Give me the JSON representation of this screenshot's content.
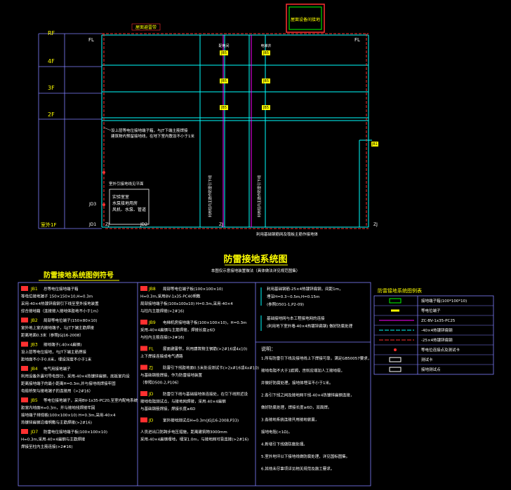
{
  "title": "防雷接地系统图",
  "subtitle": "本图仅示意接地装置做法（具体做法详见规范图集）",
  "floors": [
    "RF",
    "4F",
    "3F",
    "2F",
    "室外1F"
  ],
  "top_box_label": "屋面设备间接地",
  "roof_label": "屋面避雷带",
  "fl_left": "FL",
  "fl_right": "FL",
  "jb_tags": [
    "JB5",
    "JB5",
    "JB5",
    "JB5",
    "JB5",
    "JB5"
  ],
  "riser_labels": [
    "利用柱内主筋作防雷引下线",
    "利用柱内主筋作防雷引下线"
  ],
  "riser_top_labels": [
    "配电间",
    "电梯井"
  ],
  "note_2f": "设上层等电位接地端子箱，与JT下端主筋焊接",
  "note_2f_b": "建筑物内预留接地线，在地下室内敷设不小于1米",
  "note_mid": "室外引接地线见平面",
  "room_box": [
    "实验室室",
    "水泵接地用房",
    "风机、水泵、管道"
  ],
  "jb_right": "JB1",
  "ground_note": "利用基础钢筋网及筏板主筋作接地体",
  "tag_jd3": "JD3",
  "tag_jd1": "JD1",
  "tag_zj_left": "ZJ",
  "tag_zj_mid": "ZJ",
  "tag_zj_right": "ZJ",
  "tag_jd2": "JD2",
  "legend_title": "防雷接地系统图例符号",
  "legend_left": [
    {
      "code": "JB1",
      "lines": [
        "总等电位接地端子箱",
        "等电位接地端子 150×150×10,H=0.3m",
        "采用-40×4热镀锌扁钢引下线至室外接地装置",
        "综合接地箱（连接接入接地体距地不小于1m）"
      ]
    },
    {
      "code": "JB2",
      "lines": [
        "局部等电位端子(150×80×10)",
        "室外地上室内接地端子，与JT下端主筋焊接",
        "距离地面0.3米（参照JGJ16-2008）"
      ]
    },
    {
      "code": "JB3",
      "lines": [
        "接地端子(-40×4扁钢)",
        "设上层等电位接地，与JT下端主筋焊接",
        "距地面不小于0.8米，埋设深度不小于1米"
      ]
    },
    {
      "code": "JB4",
      "lines": [
        "电气用接地端子",
        "利用设备外露可导电部分，采用-40×4热镀锌扁钢，底板室内设",
        "距离接地端子的最小距离H=0.3m,并与接地线焊接牢固",
        "电缆桥架与接地端子的连接用（>2#16）"
      ]
    },
    {
      "code": "JB5",
      "lines": [
        "等电位接地端子，采用BV-1x35-PC20,至室内配电系统",
        "距室内地面H=0.3m，并与接地线焊接牢固",
        "接地端子排规格(100×100×10) H=0.3m,采用-40×4",
        "热镀锌扁钢沿墙明敷与主筋焊接(>2#16)"
      ]
    },
    {
      "code": "JD7",
      "lines": [
        "防雷电位接地端子板(100×100×10)",
        "H=0.3m,采用-40×4扁钢与主筋焊接",
        "焊接至柱内主筋连接(>2#16)"
      ]
    }
  ],
  "legend_mid": [
    {
      "code": "JB8",
      "lines": [
        "局部等电位端子板(100×100×10)",
        "H=0.3m,采用BV-1x35-PC40明敷",
        "局部接地端子板(100x100x10) H=0.3m,采用-40×4",
        "与柱内主筋焊接(>2#16)"
      ]
    },
    {
      "code": "JB9",
      "lines": [
        "电梯机房接地端子板(100×100×10)，H=0.3m",
        "采用-40×4扁钢与主筋焊接，焊接长度≥6D",
        "与柱内主筋连接(>2#16)"
      ]
    },
    {
      "code": "FL",
      "lines": [
        "屋面避雷带，利用建筑物主钢筋(>2#16或4x10)",
        "上下焊接连接成电气通路"
      ]
    },
    {
      "code": "ZJ",
      "lines": [
        "防雷引下线距地面0.5米处设测试卡(>2x#16或4x#10)",
        "与基础钢筋焊接，作为防雷接地装置",
        "（参照D500-2,P106）"
      ]
    },
    {
      "code": "JD",
      "lines": [
        "防雷引下线与基础接地体连接处，在引下线附近设",
        "接地电阻测试点，与接地网焊接，采用-40×4扁钢",
        "与基础钢筋焊接，焊接长度≥6D"
      ]
    },
    {
      "code": "JD",
      "lines": [
        "室外接地测试点H=0.3m(JGJ16-2008,P33)"
      ]
    },
    {
      "code": "",
      "lines": [
        "人员进出口防跨步电压措施，距离建筑物3000mm",
        "采用-40×4扁钢埋地，埋深1.0m，与接地网可靠连接(>2#16)"
      ]
    }
  ],
  "legend_right_top": [
    "利用基础钢筋-25×4热镀锌扁钢，间距1m，",
    "埋深H=0.3~0.5m,H=0.15m",
    "(参照D501-1,P2-09)",
    "基础接地网与本工程接地网的连接",
    "(利用地下室外墙-40×4热镀锌扁钢) 做好防腐处理"
  ],
  "notes_title": "说明：",
  "notes": [
    "1.所有防雷引下线及接地线上下焊接可靠，满足GB50057要求，",
    "  接地电阻不大于1欧姆，否则应增加人工接地极，",
    "  并做好防腐处理，接地体埋深不小于1米。",
    "2.各引下线之间及接地网干线-40×4热镀锌扁钢连接，",
    "  做好防腐处理，焊接长度≥6D，双面焊。",
    "3.各接地系统连接共用接地装置，",
    "  接地电阻(<1Ω)。",
    "4.新增引下线做防腐处理。",
    "5.室外地坪以下接地线做防腐处理，详见国标图集。",
    "6.其他未尽事项详见相关规范及施工要求。"
  ],
  "table_title": "防雷接地系统图例表",
  "table_rows": [
    {
      "label": "接地端子箱(100*100*10)",
      "color": "#00ff00"
    },
    {
      "label": "等电位端子",
      "color": "#ffff00"
    },
    {
      "label": "ZC-BV-1x35-PC25",
      "color": "#ff00ff"
    },
    {
      "label": "-40×4热镀锌扁钢",
      "color": "#00ffff"
    },
    {
      "label": "-25×4热镀锌扁钢",
      "color": "#ff3030"
    },
    {
      "label": "等电位连接点及测试卡",
      "color": "#ff3030"
    },
    {
      "label": "测试卡",
      "color": "#ffffff"
    },
    {
      "label": "接地测试点",
      "color": "#ffffff"
    }
  ],
  "colors": {
    "grid": "#00ffff",
    "frame": "#8080ff",
    "yellow": "#ffff00",
    "red": "#ff3030",
    "green": "#00ff00",
    "magenta": "#ff00ff"
  }
}
